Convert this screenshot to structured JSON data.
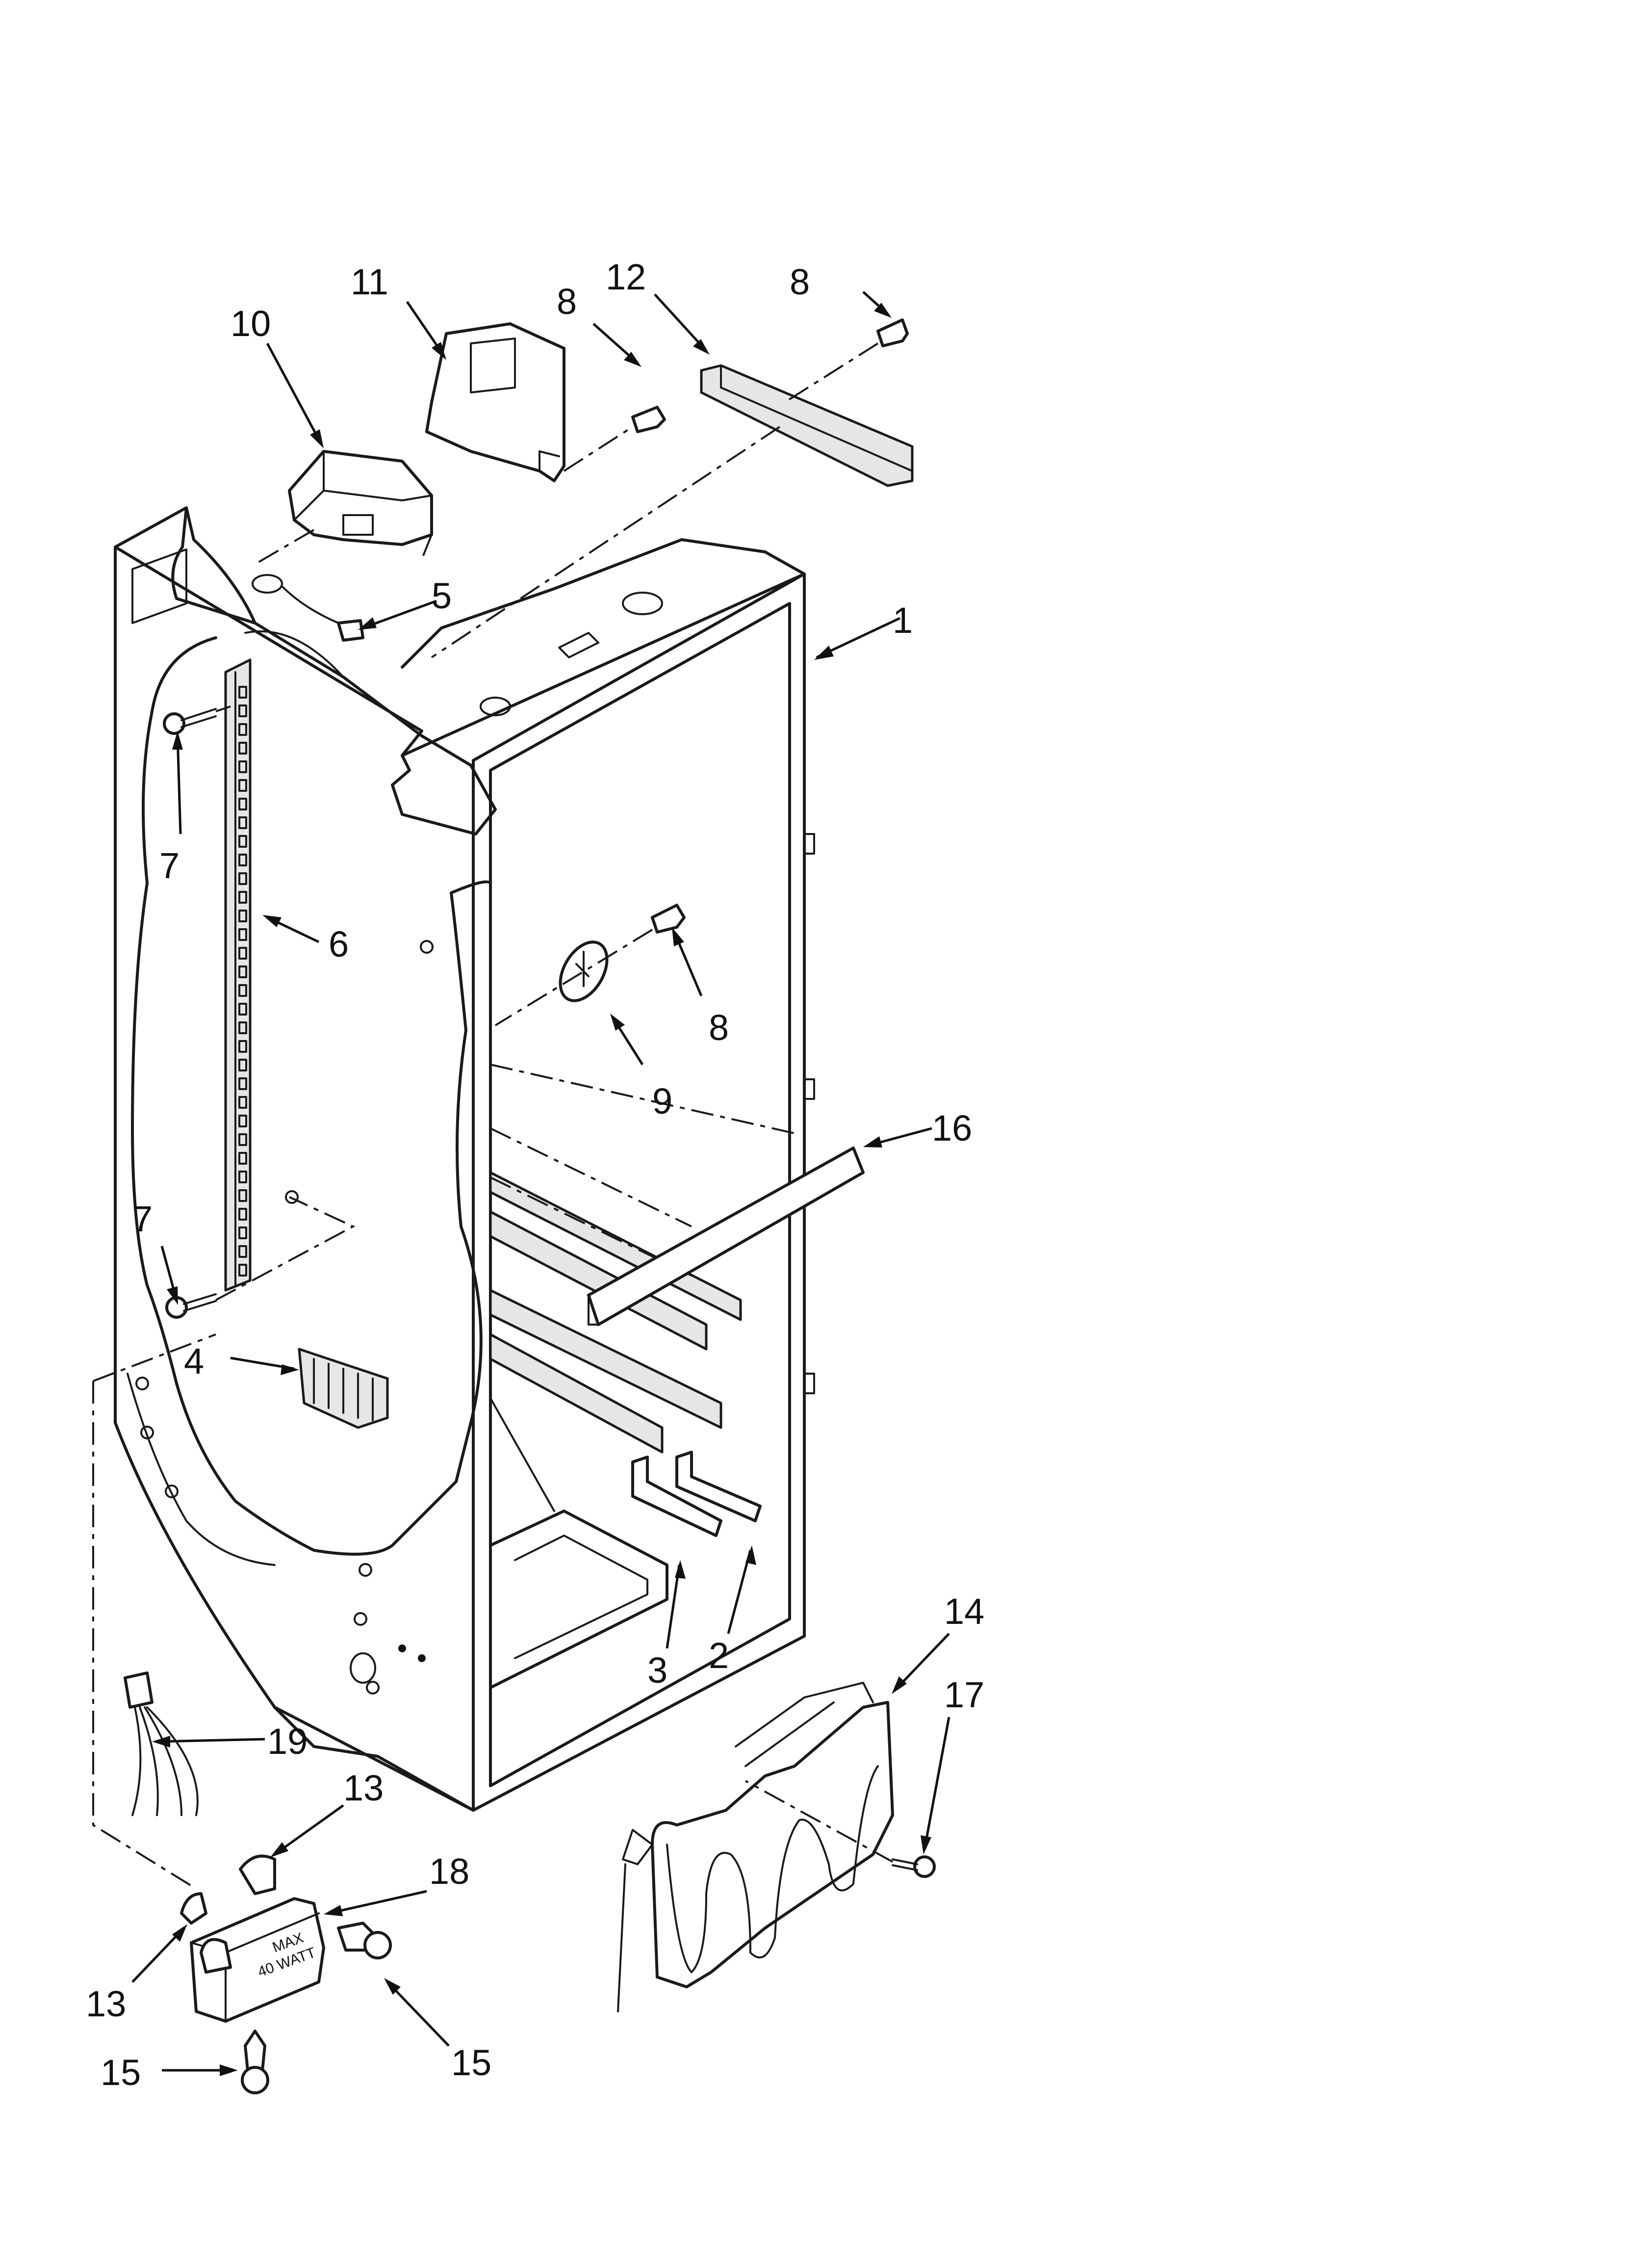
{
  "diagram": {
    "callouts": [
      {
        "id": "c-1",
        "text": "1"
      },
      {
        "id": "c-2",
        "text": "2"
      },
      {
        "id": "c-3",
        "text": "3"
      },
      {
        "id": "c-4",
        "text": "4"
      },
      {
        "id": "c-5",
        "text": "5"
      },
      {
        "id": "c-6",
        "text": "6"
      },
      {
        "id": "c-7a",
        "text": "7"
      },
      {
        "id": "c-7b",
        "text": "7"
      },
      {
        "id": "c-8a",
        "text": "8"
      },
      {
        "id": "c-8b",
        "text": "8"
      },
      {
        "id": "c-8c",
        "text": "8"
      },
      {
        "id": "c-9",
        "text": "9"
      },
      {
        "id": "c-10",
        "text": "10"
      },
      {
        "id": "c-11",
        "text": "11"
      },
      {
        "id": "c-12",
        "text": "12"
      },
      {
        "id": "c-13a",
        "text": "13"
      },
      {
        "id": "c-13b",
        "text": "13"
      },
      {
        "id": "c-14",
        "text": "14"
      },
      {
        "id": "c-15a",
        "text": "15"
      },
      {
        "id": "c-15b",
        "text": "15"
      },
      {
        "id": "c-16",
        "text": "16"
      },
      {
        "id": "c-17",
        "text": "17"
      },
      {
        "id": "c-18",
        "text": "18"
      },
      {
        "id": "c-19",
        "text": "19"
      }
    ],
    "lamp_socket_label_line1": "MAX",
    "lamp_socket_label_line2": "40 WATT"
  }
}
